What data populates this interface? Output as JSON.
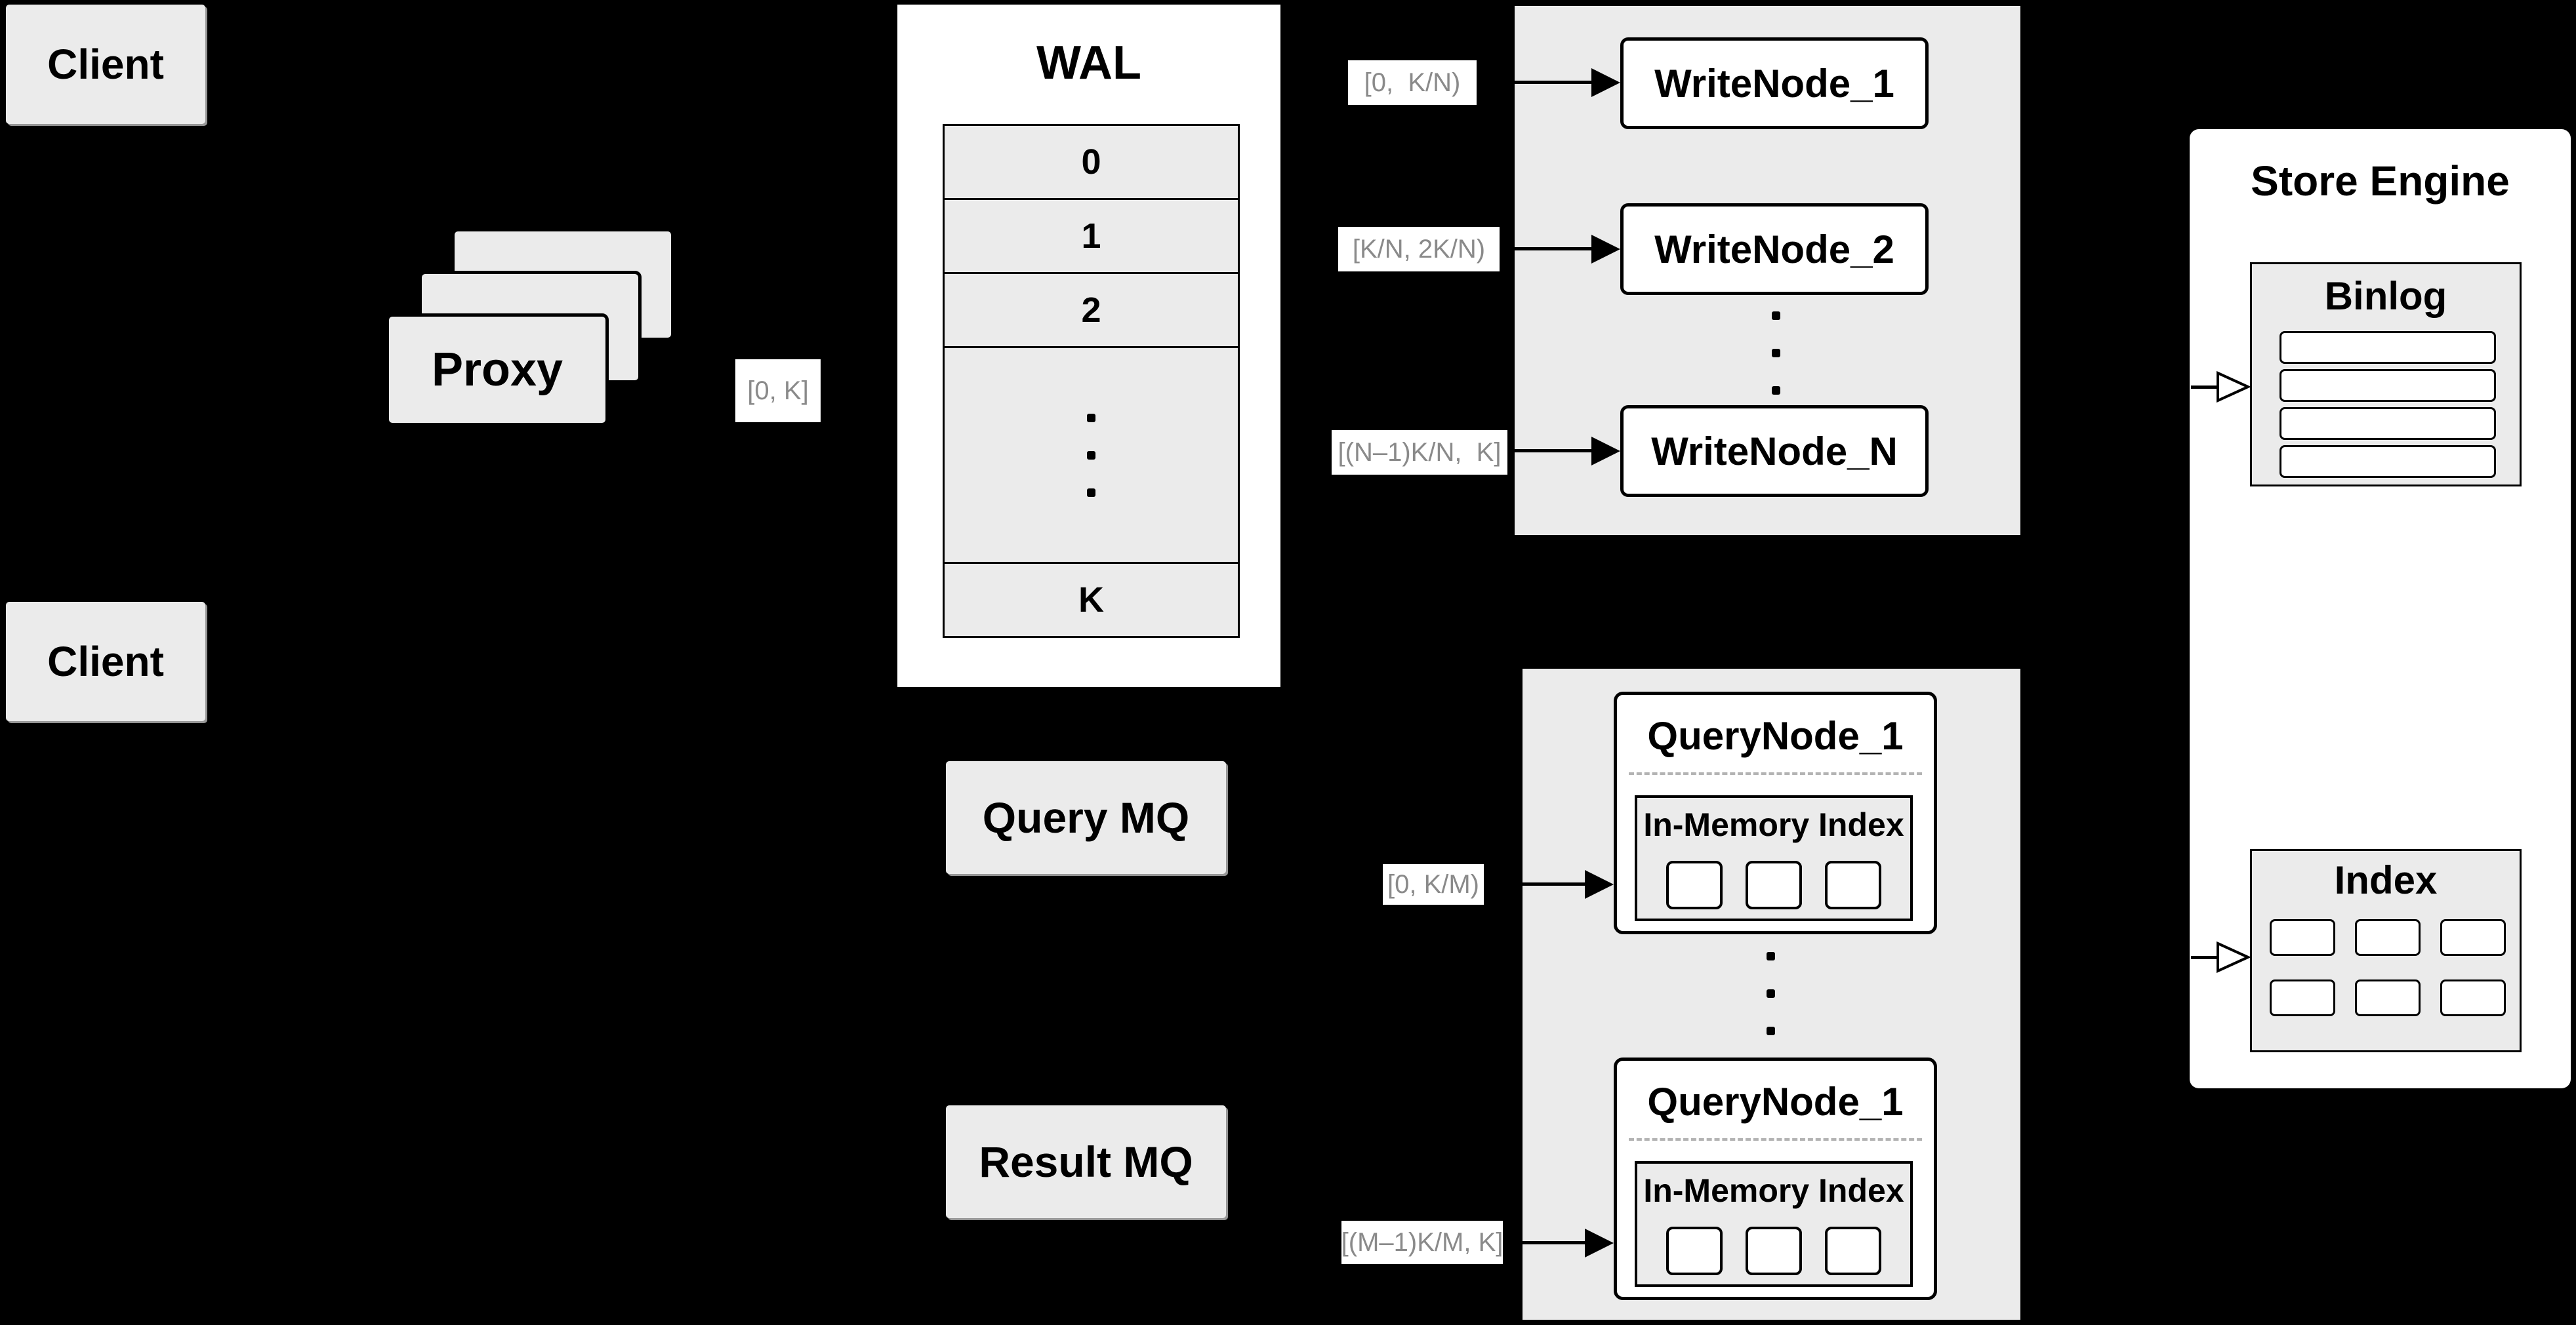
{
  "clients": {
    "top": "Client",
    "bottom": "Client"
  },
  "proxy": {
    "label": "Proxy"
  },
  "wal": {
    "title": "WAL",
    "rows": [
      "0",
      "1",
      "2"
    ],
    "k": "K"
  },
  "write_nodes": {
    "node1": "WriteNode_1",
    "node2": "WriteNode_2",
    "nodeN": "WriteNode_N"
  },
  "query_nodes": {
    "node1": "QueryNode_1",
    "node2": "QueryNode_1",
    "inmem": "In-Memory Index"
  },
  "store": {
    "title": "Store Engine",
    "binlog": "Binlog",
    "index": "Index"
  },
  "mq": {
    "query": "Query MQ",
    "result": "Result MQ"
  },
  "labels": {
    "proxy_range": "[0, K]",
    "write1": "[0,  K/N)",
    "write2": "[K/N, 2K/N)",
    "writeN": "[(N–1)K/N,  K]",
    "query1": "[0, K/M)",
    "queryM": "[(M–1)K/M, K]"
  },
  "colors": {
    "background": "#000000",
    "panel_fill": "#ebebeb",
    "box_fill": "#ffffff",
    "border": "#000000",
    "range_label_text": "#8a8a8a",
    "dashed_divider": "#b3b3b3"
  }
}
